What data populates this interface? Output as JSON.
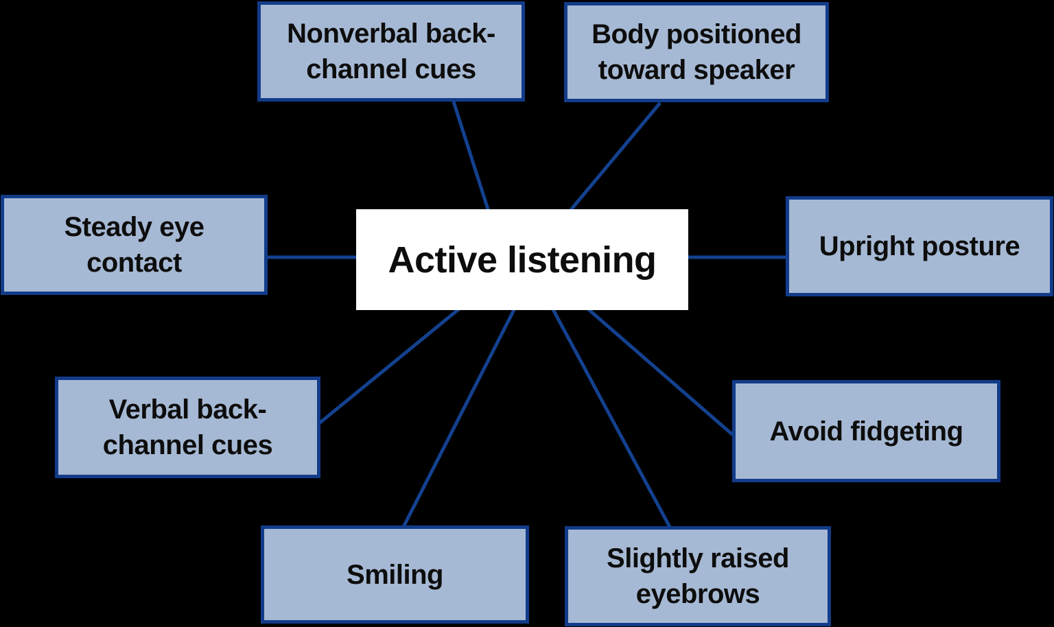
{
  "title": "Active listening",
  "center": {
    "label": "Active listening"
  },
  "nodes": [
    {
      "label": "Nonverbal back-\nchannel cues",
      "position": "top-left"
    },
    {
      "label": "Body positioned\ntoward speaker",
      "position": "top-right"
    },
    {
      "label": "Steady eye\ncontact",
      "position": "left"
    },
    {
      "label": "Upright posture",
      "position": "right"
    },
    {
      "label": "Verbal back-\nchannel cues",
      "position": "lower-left"
    },
    {
      "label": "Avoid fidgeting",
      "position": "lower-right"
    },
    {
      "label": "Smiling",
      "position": "bottom-left"
    },
    {
      "label": "Slightly raised\neyebrows",
      "position": "bottom-right"
    }
  ],
  "colors": {
    "background": "#000000",
    "node_fill": "#a6b9d4",
    "node_border": "#123c8a",
    "connector": "#14418f",
    "center_fill": "#ffffff",
    "text": "#0d0d0d"
  }
}
